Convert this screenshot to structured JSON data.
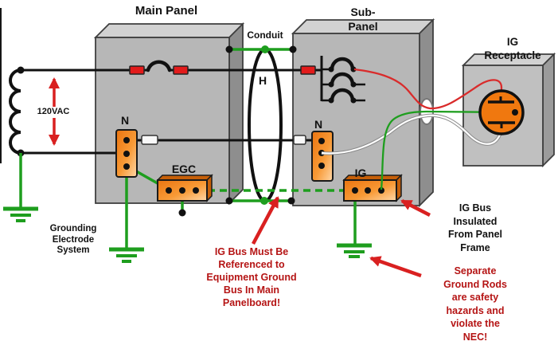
{
  "diagram": {
    "labels": {
      "main_panel": "Main Panel",
      "sub_panel": "Sub-\nPanel",
      "conduit": "Conduit",
      "ig_receptacle": "IG\nReceptacle",
      "voltage": "120VAC",
      "hot_marker": "H",
      "main_neutral_bus": "N",
      "sub_neutral_bus": "N",
      "egc_bus": "EGC",
      "ig_bus": "IG",
      "grounding_electrode_system": "Grounding\nElectrode\nSystem"
    },
    "annotations": {
      "ig_reference_warning": "IG Bus Must Be\nReferenced to\nEquipment Ground\nBus In Main\nPanelboard!",
      "ig_insulated_note": "IG Bus\nInsulated\nFrom Panel\nFrame",
      "ground_rod_warning": "Separate\nGround Rods\nare safety\nhazards and\nviolate the\nNEC!"
    },
    "colors": {
      "panel_gray": "#B7B7B7",
      "panel_top_gray": "#D2D2D2",
      "panel_side_gray": "#8E8E8E",
      "bus_orange": "#EA7410",
      "wire_green": "#1E9E1E",
      "wire_red": "#D92B2B",
      "wire_white": "#FFFFFF",
      "breaker_red": "#E21B1B",
      "warning_text": "#B51414",
      "note_text": "#111111"
    }
  }
}
